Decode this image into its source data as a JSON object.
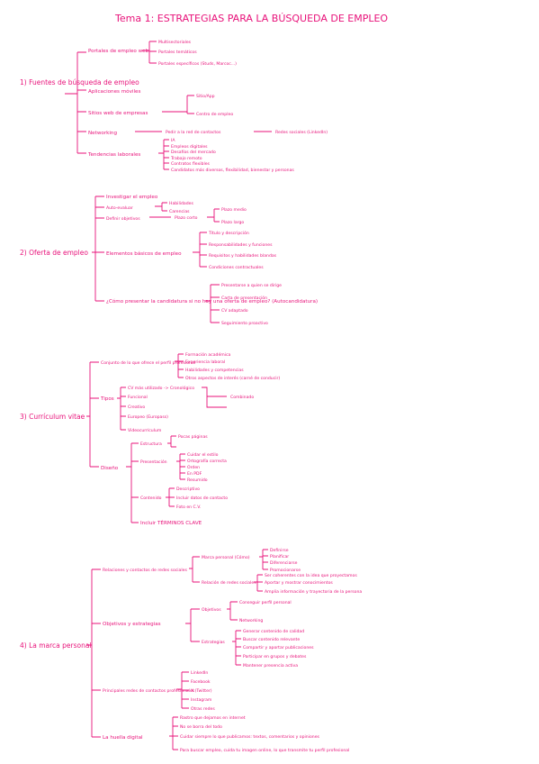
{
  "title": "Tema 1: ESTRATEGIAS PARA LA BÚSQUEDA DE EMPLEO",
  "sections": [
    {
      "label": "1) Fuentes de búsqueda de empleo",
      "branches": [
        {
          "label": "Portales de empleo web",
          "items": [
            "Multisectoriales",
            "Portales temáticos",
            "Portales específicos (Studs, Marcoc...)"
          ]
        },
        {
          "label": "Aplicaciones móviles"
        },
        {
          "label": "Sitios web de empresas",
          "items": [
            "Sitio/App",
            "Centro de empleo"
          ]
        },
        {
          "label": "Networking",
          "items": [
            "Pedir a la red de contactos",
            "Redes sociales (LinkedIn)"
          ]
        },
        {
          "label": "Tendencias laborales",
          "items": [
            "IA",
            "Empleos digitales",
            "Desafíos del mercado",
            "Trabajo remoto",
            "Contratos flexibles",
            "Candidatos más diversos, flexibilidad, bienestar y personas"
          ]
        }
      ]
    },
    {
      "label": "2) Oferta de empleo",
      "branches": [
        {
          "label": "Investigar el empleo"
        },
        {
          "label": "Auto-evaluar",
          "items": [
            "Habilidades",
            "Carencias"
          ]
        },
        {
          "label": "Definir objetivos",
          "items": [
            "Plazo corto",
            "Plazo medio",
            "Plazo largo"
          ]
        },
        {
          "label": "Elementos básicos de empleo",
          "items": [
            "Título y descripción",
            "Responsabilidades y funciones",
            "Requisitos y habilidades blandas",
            "Condiciones contractuales"
          ]
        },
        {
          "label": "¿Cómo presentar la candidatura si no hay una oferta de empleo? (Autocandidatura)",
          "items": [
            "Presentarse a quien se dirige",
            "Carta de presentación",
            "CV adaptado",
            "Seguimiento proactivo"
          ]
        }
      ]
    },
    {
      "label": "3) Currículum vitae",
      "branches": [
        {
          "label": "Conjunto de lo que ofrece el perfil profesional",
          "items": [
            "Formación académica",
            "Experiencia laboral",
            "Habilidades y competencias",
            "Otros aspectos de interés (carné de conducir)"
          ]
        },
        {
          "label": "Tipos",
          "items": [
            "CV más utilizado -> Cronológico",
            "Funcional",
            "Creativo",
            "Europeo (Europass)",
            "Videocurrículum",
            "Combinado"
          ]
        },
        {
          "label": "Diseño",
          "items": [
            "Estructura",
            "Pocas páginas",
            "Presentación",
            "Cuidar el estilo",
            "Ortografía correcta",
            "Orden",
            "En PDF",
            "Resumido",
            "Contenido",
            "Descriptivo",
            "Incluir datos de contacto",
            "Foto en C.V.",
            "Incluir TÉRMINOS CLAVE"
          ]
        }
      ]
    },
    {
      "label": "4) La marca personal",
      "branches": [
        {
          "label": "Relaciones y contactos de redes sociales",
          "items": [
            "Marca personal (Cómo)",
            "Definirse",
            "Planificar",
            "Diferenciarse",
            "Promocionarse",
            "Relación de redes sociales",
            "Ser coherentes con la idea que proyectamos",
            "Aportar y mostrar conocimientos",
            "Amplia información y trayectoria de la persona"
          ]
        },
        {
          "label": "Objetivos y estrategias",
          "items": [
            "Objetivos",
            "Conseguir perfil personal",
            "Networking",
            "Estrategias",
            "Generar contenido de calidad",
            "Buscar contenido relevante",
            "Compartir y aportar publicaciones",
            "Participar en grupos y debates",
            "Mantener presencia activa"
          ]
        },
        {
          "label": "Principales redes de contactos profesionales",
          "items": [
            "LinkedIn",
            "Facebook",
            "X (Twitter)",
            "Instagram",
            "Otras redes"
          ]
        },
        {
          "label": "La huella digital",
          "items": [
            "Rastro que dejamos en internet",
            "No se borra del todo",
            "Cuidar siempre lo que publicamos: textos, comentarios y opiniones",
            "Para buscar empleo, cuida tu imagen online, lo que transmite tu perfil profesional"
          ]
        }
      ]
    }
  ]
}
